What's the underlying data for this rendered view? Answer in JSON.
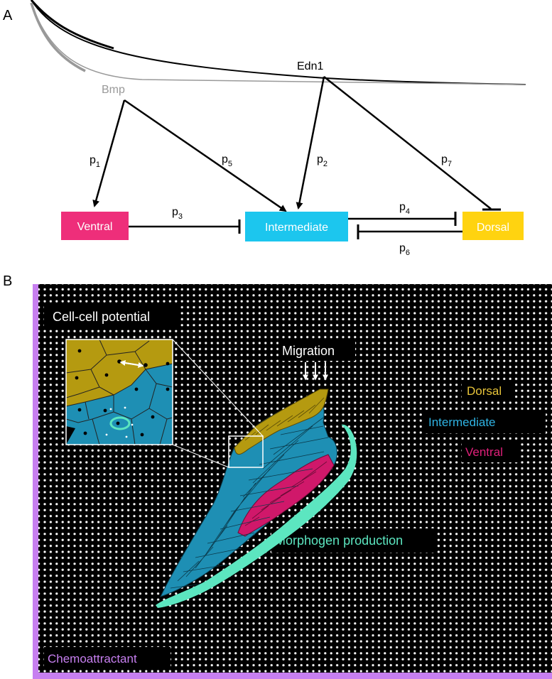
{
  "panel_a": {
    "label": "A",
    "curves": [
      {
        "name": "Edn1",
        "color": "#000000"
      },
      {
        "name": "Bmp",
        "color": "#999999"
      }
    ],
    "nodes": [
      {
        "id": "ventral",
        "label": "Ventral",
        "color": "#ee2e7a",
        "text_color": "#ffffff"
      },
      {
        "id": "intermediate",
        "label": "Intermediate",
        "color": "#1cc6ee",
        "text_color": "#ffffff"
      },
      {
        "id": "dorsal",
        "label": "Dorsal",
        "color": "#ffd310",
        "text_color": "#ffffff"
      }
    ],
    "parameters": [
      {
        "id": "p1",
        "base": "p",
        "sub": "1"
      },
      {
        "id": "p2",
        "base": "p",
        "sub": "2"
      },
      {
        "id": "p3",
        "base": "p",
        "sub": "3"
      },
      {
        "id": "p4",
        "base": "p",
        "sub": "4"
      },
      {
        "id": "p5",
        "base": "p",
        "sub": "5"
      },
      {
        "id": "p6",
        "base": "p",
        "sub": "6"
      },
      {
        "id": "p7",
        "base": "p",
        "sub": "7"
      }
    ]
  },
  "panel_b": {
    "label": "B",
    "labels": {
      "cell_potential": "Cell-cell potential",
      "migration": "Migration",
      "dorsal": "Dorsal",
      "intermediate": "Intermediate",
      "ventral": "Ventral",
      "morphogen": "Morphogen production",
      "chemoattractant": "Chemoattractant"
    },
    "colors": {
      "background": "#000000",
      "dots": "#ffffff",
      "chemoattractant_border": "#c77ff0",
      "dorsal": "#b59a10",
      "dorsal_label": "#e8c43a",
      "intermediate": "#1e8fb4",
      "intermediate_label": "#2fb3e3",
      "ventral": "#d0186a",
      "ventral_label": "#e0207a",
      "morphogen": "#5ce6c0",
      "chemoattractant_label": "#c77ff0"
    }
  }
}
